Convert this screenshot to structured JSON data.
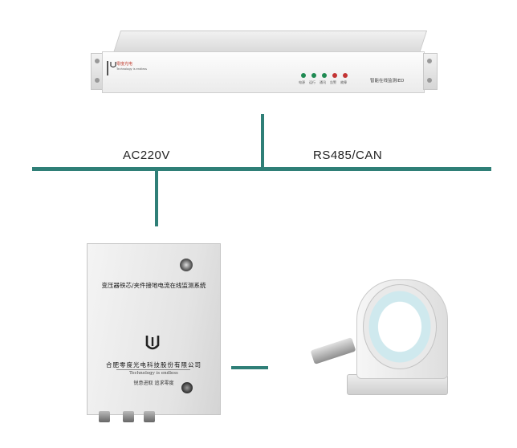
{
  "labels": {
    "power": "AC220V",
    "comm": "RS485/CAN"
  },
  "rack_unit": {
    "brand": "零度光电",
    "brand_sub": "Technology is endless",
    "leds": [
      {
        "caption": "电源",
        "color": "#1f8a52"
      },
      {
        "caption": "运行",
        "color": "#1f8a52"
      },
      {
        "caption": "通讯",
        "color": "#1f8a52"
      },
      {
        "caption": "告警",
        "color": "#c33535"
      },
      {
        "caption": "故障",
        "color": "#c33535"
      }
    ],
    "model": "智能在线监测IED"
  },
  "cabinet": {
    "title": "变压器铁芯/夹件接地电流在线监测系统",
    "company": "合肥零度光电科技股份有限公司",
    "slogan": "Technology is endless",
    "motto": "锐意进取  追求零度"
  },
  "colors": {
    "connector": "#2f7f77",
    "brand_red": "#c0392b"
  }
}
